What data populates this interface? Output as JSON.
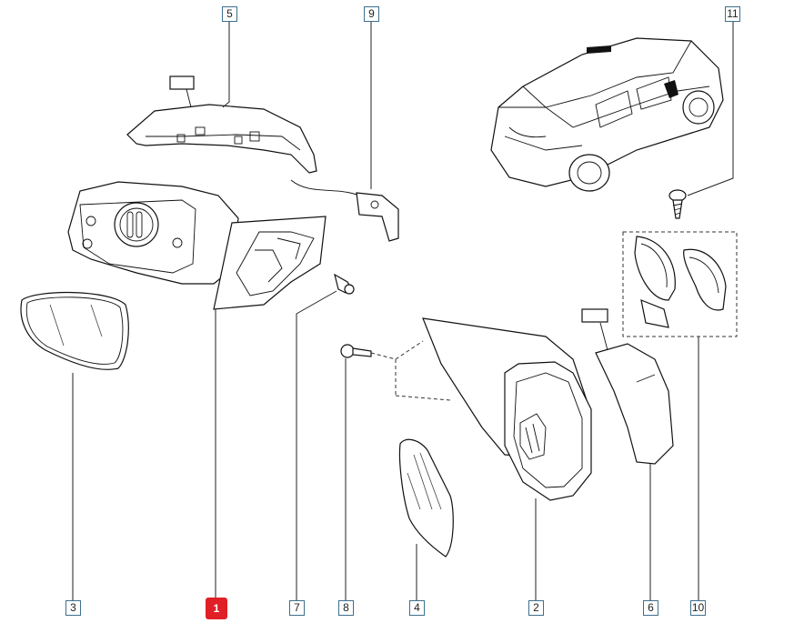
{
  "diagram": {
    "callouts": [
      {
        "id": "5",
        "label": "5",
        "active": false
      },
      {
        "id": "9",
        "label": "9",
        "active": false
      },
      {
        "id": "11",
        "label": "11",
        "active": false
      },
      {
        "id": "3",
        "label": "3",
        "active": false
      },
      {
        "id": "1",
        "label": "1",
        "active": true
      },
      {
        "id": "7",
        "label": "7",
        "active": false
      },
      {
        "id": "8",
        "label": "8",
        "active": false
      },
      {
        "id": "4",
        "label": "4",
        "active": false
      },
      {
        "id": "2",
        "label": "2",
        "active": false
      },
      {
        "id": "6",
        "label": "6",
        "active": false
      },
      {
        "id": "10",
        "label": "10",
        "active": false
      }
    ],
    "colors": {
      "callout_border": "#3d6f8e",
      "active_callout": "#e01f26",
      "line": "#111111"
    }
  }
}
